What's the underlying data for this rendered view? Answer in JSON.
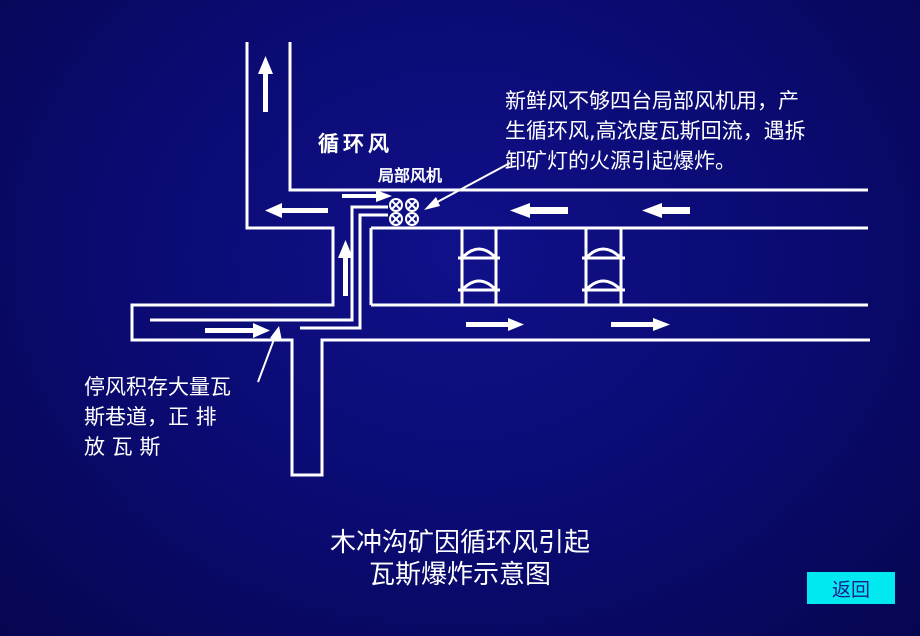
{
  "annotation_right": {
    "line1": "新鲜风不够四台局部风机用，产",
    "line2": "生循环风,高浓度瓦斯回流，遇拆",
    "line3": "卸矿灯的火源引起爆炸。"
  },
  "annotation_left": {
    "line1": "停风积存大量瓦",
    "line2": "斯巷道，正 排",
    "line3": "放 瓦 斯"
  },
  "labels": {
    "recirculation": "循环风",
    "local_fan": "局部风机"
  },
  "caption": {
    "line1": "木冲沟矿因循环风引起",
    "line2": "瓦斯爆炸示意图"
  },
  "return_button": "返回",
  "colors": {
    "background": "#0a0a70",
    "lines": "#ffffff",
    "button": "#00e8f0",
    "button_text": "#1c1c8c"
  }
}
